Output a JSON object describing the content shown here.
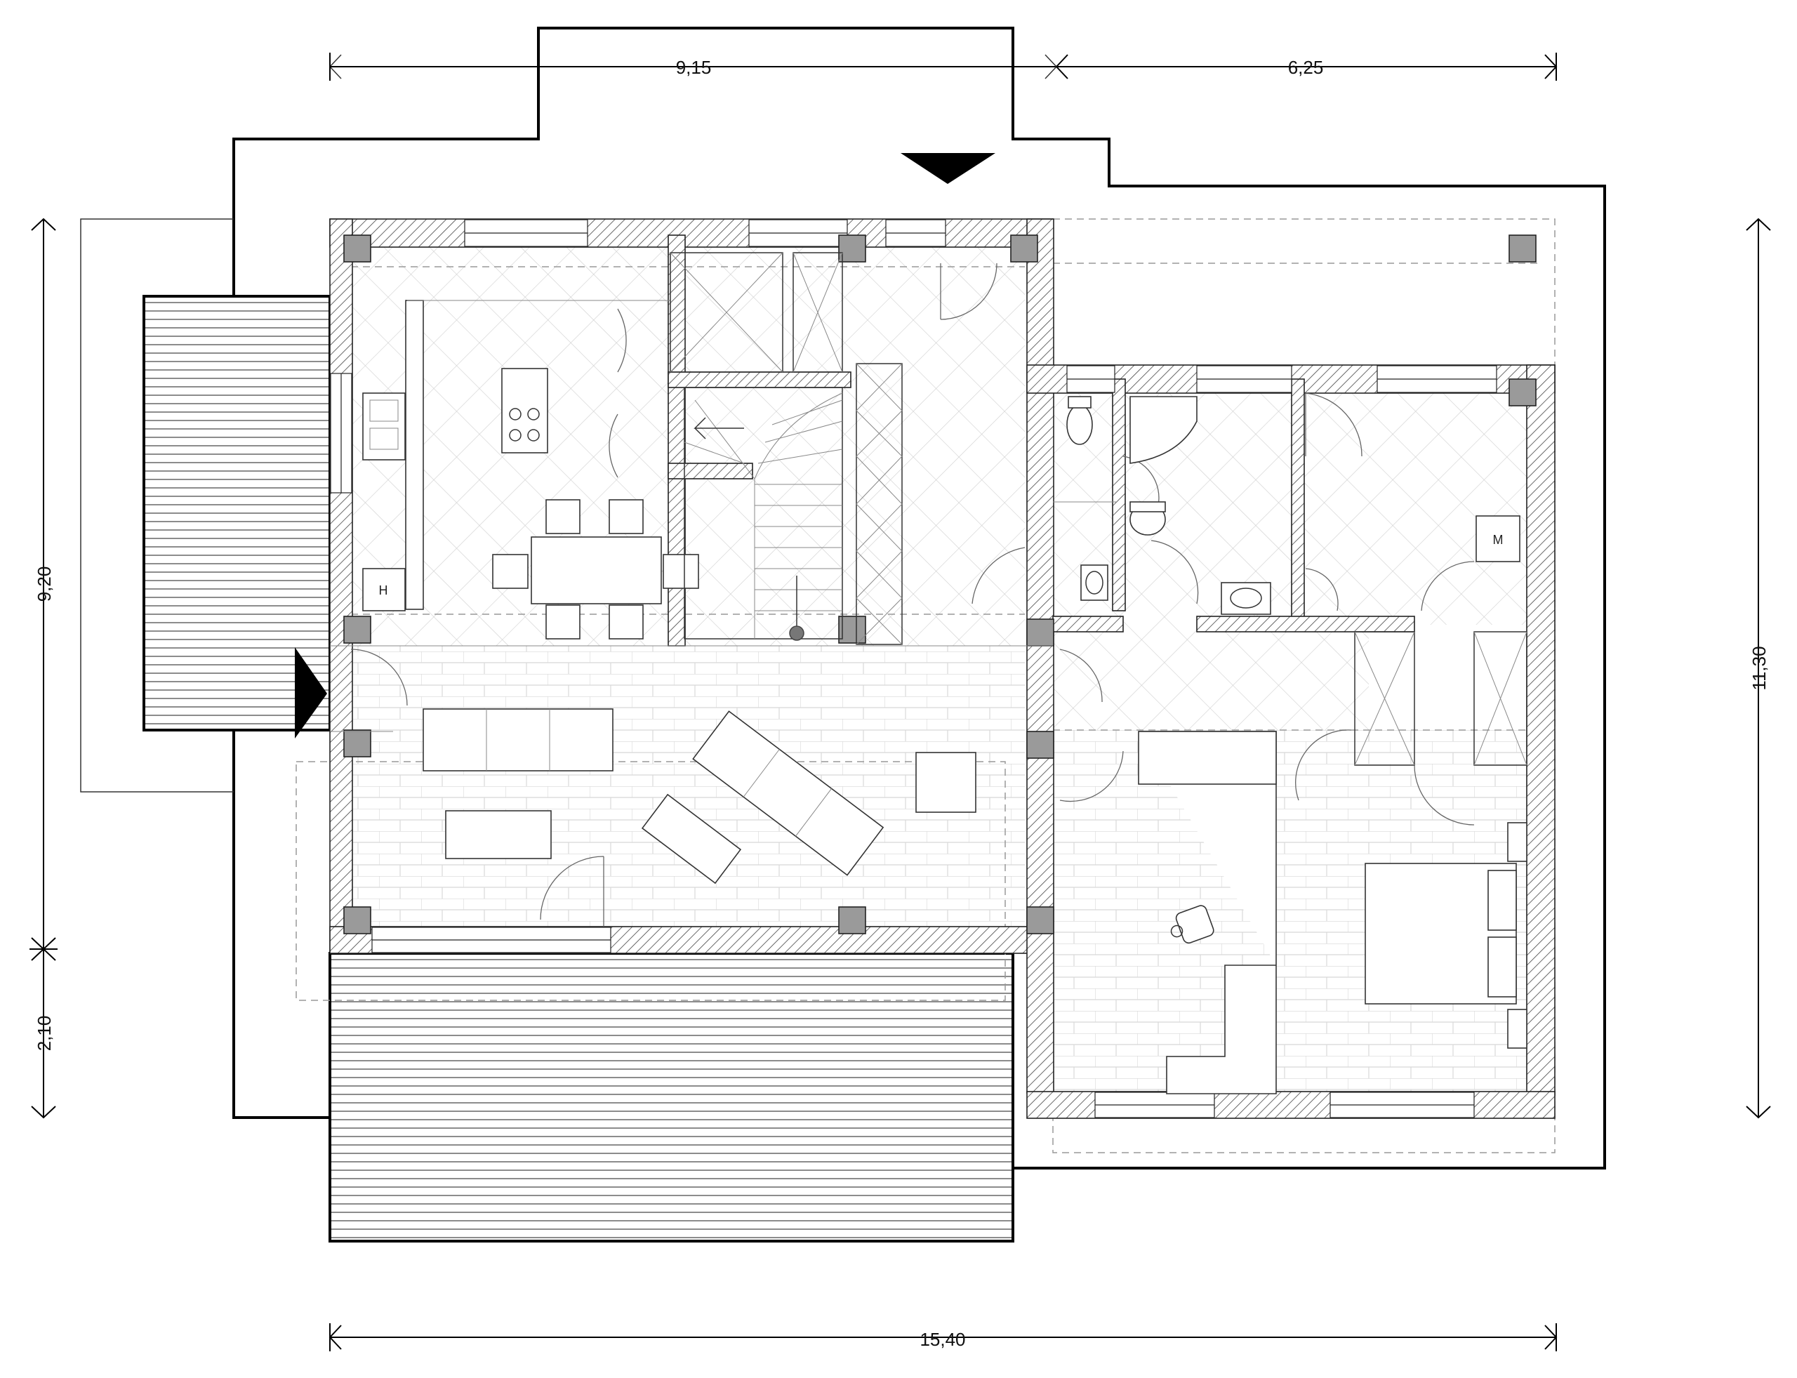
{
  "dimensions": {
    "top_left": "9,15",
    "top_right": "6,25",
    "bottom_total": "15,40",
    "left_main": "9,20",
    "left_lower": "2,10",
    "right_total": "11,30"
  },
  "labels": {
    "fridge": "H",
    "washer": "M"
  },
  "colors": {
    "line": "#000000",
    "pillar": "#9a9a9a",
    "background": "#ffffff"
  }
}
